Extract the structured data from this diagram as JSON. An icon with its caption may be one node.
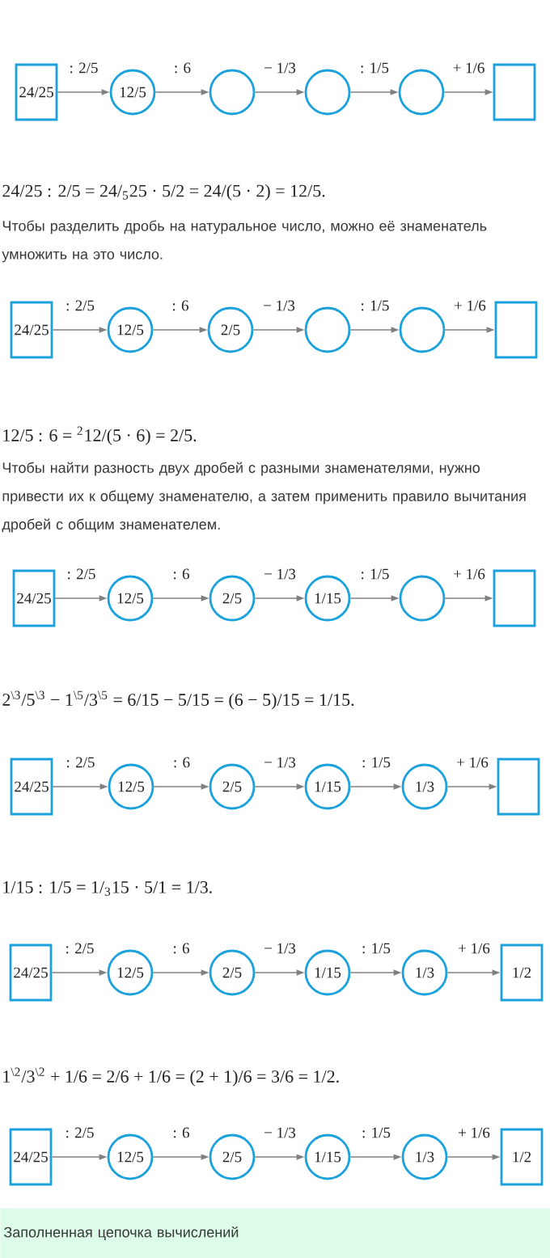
{
  "diagram": {
    "nodes": [
      {
        "text": [
          "24/25"
        ]
      },
      {
        "text": [
          "12/5"
        ]
      },
      {
        "text": [],
        "shape": "circle"
      },
      {
        "text": [],
        "shape": "circle"
      },
      {
        "text": [],
        "shape": "circle"
      },
      {
        "text": [],
        "shape": "box"
      },
      {
        "text": [
          "24/25"
        ]
      },
      {
        "text": [
          "12/5"
        ]
      },
      {
        "text": [
          "2/5"
        ]
      },
      {
        "text": [],
        "shape": "circle"
      },
      {
        "text": [],
        "shape": "circle"
      },
      {
        "text": [],
        "shape": "box"
      },
      {
        "text": [
          "24/25"
        ]
      },
      {
        "text": [
          "12/5"
        ]
      },
      {
        "text": [
          "2/5"
        ]
      },
      {
        "text": [
          "1/15"
        ]
      },
      {
        "text": [],
        "shape": "circle"
      },
      {
        "text": [],
        "shape": "box"
      },
      {
        "text": [
          "24/25"
        ]
      },
      {
        "text": [
          "12/5"
        ]
      },
      {
        "text": [
          "2/5"
        ]
      },
      {
        "text": [
          "1/15"
        ]
      },
      {
        "text": [
          "1/3"
        ]
      },
      {
        "text": [],
        "shape": "box"
      },
      {
        "text": [
          "24/25"
        ]
      },
      {
        "text": [
          "12/5"
        ]
      },
      {
        "text": [
          "2/5"
        ]
      },
      {
        "text": [
          "1/15"
        ]
      },
      {
        "text": [
          "1/3"
        ]
      },
      {
        "text": [
          "1/2"
        ]
      },
      {
        "text": [
          "24/25"
        ]
      },
      {
        "text": [
          "12/5"
        ]
      },
      {
        "text": [
          "2/5"
        ]
      },
      {
        "text": [
          "1/15"
        ]
      },
      {
        "text": [
          "1/3"
        ]
      },
      {
        "text": [
          "1/2"
        ]
      },
      {
        "text": [
          "Заполненная цепочка вычислений"
        ]
      }
    ],
    "edges": [
      {
        "from": 0,
        "to": 1,
        "arrow": "to",
        "label": ": 2/5"
      },
      {
        "from": 1,
        "to": 2,
        "arrow": "to",
        "label": ": 6"
      },
      {
        "from": 2,
        "to": 3,
        "arrow": "to",
        "label": "− 1/3"
      },
      {
        "from": 3,
        "to": 4,
        "arrow": "to",
        "label": ": 1/5"
      },
      {
        "from": 4,
        "to": 5,
        "arrow": "to",
        "label": "+ 1/6"
      },
      {
        "from": 6,
        "to": 7,
        "arrow": "to",
        "label": ": 2/5"
      },
      {
        "from": 7,
        "to": 8,
        "arrow": "to",
        "label": ": 6"
      },
      {
        "from": 8,
        "to": 9,
        "arrow": "to",
        "label": "− 1/3"
      },
      {
        "from": 9,
        "to": 10,
        "arrow": "to",
        "label": ": 1/5"
      },
      {
        "from": 10,
        "to": 11,
        "arrow": "to",
        "label": "+ 1/6"
      },
      {
        "from": 12,
        "to": 13,
        "arrow": "to",
        "label": ": 2/5"
      },
      {
        "from": 13,
        "to": 14,
        "arrow": "to",
        "label": ": 6"
      },
      {
        "from": 14,
        "to": 15,
        "arrow": "to",
        "label": "− 1/3"
      },
      {
        "from": 15,
        "to": 16,
        "arrow": "to",
        "label": ": 1/5"
      },
      {
        "from": 16,
        "to": 17,
        "arrow": "to",
        "label": "+ 1/6"
      },
      {
        "from": 18,
        "to": 19,
        "arrow": "to",
        "label": ": 2/5"
      },
      {
        "from": 19,
        "to": 20,
        "arrow": "to",
        "label": ": 6"
      },
      {
        "from": 20,
        "to": 21,
        "arrow": "to",
        "label": "− 1/3"
      },
      {
        "from": 21,
        "to": 22,
        "arrow": "to",
        "label": ": 1/5"
      },
      {
        "from": 22,
        "to": 23,
        "arrow": "to",
        "label": "+ 1/6"
      },
      {
        "from": 24,
        "to": 25,
        "arrow": "to",
        "label": ": 2/5"
      },
      {
        "from": 25,
        "to": 26,
        "arrow": "to",
        "label": ": 6"
      },
      {
        "from": 26,
        "to": 27,
        "arrow": "to",
        "label": "− 1/3"
      },
      {
        "from": 27,
        "to": 28,
        "arrow": "to",
        "label": ": 1/5"
      },
      {
        "from": 28,
        "to": 29,
        "arrow": "to",
        "label": "+ 1/6"
      },
      {
        "from": 30,
        "to": 31,
        "arrow": "to",
        "label": ": 2/5"
      },
      {
        "from": 31,
        "to": 32,
        "arrow": "to",
        "label": ": 6"
      },
      {
        "from": 32,
        "to": 33,
        "arrow": "to",
        "label": "− 1/3"
      },
      {
        "from": 33,
        "to": 34,
        "arrow": "to",
        "label": ": 1/5"
      },
      {
        "from": 34,
        "to": 35,
        "arrow": "to",
        "label": "+ 1/6"
      }
    ],
    "labels": [
      "24/25 : 2/5 = 24/$_{5}$25 · 5/2 = 24/(5 · 2) = 12/5.",
      "Чтобы разделить дробь на натуральное число, можно её знаменатель умножить на это число.",
      "12/5 : 6 = $^{2}$12/(5 · 6) = 2/5.",
      "Чтобы найти разность двух дробей с разными знаменателями, нужно привести их к общему знаменателю, а затем применить правило вычитания дробей с общим знаменателем.",
      "2$^{\\3}$/5$^{\\3}$ − 1$^{\\5}$/3$^{\\5}$ = 6/15 − 5/15 = (6 − 5)/15 = 1/15.",
      "1/15 : 1/5 = 1/$_{3}$15 · 5/1 = 1/3.",
      "1$^{\\2}$/3$^{\\2}$ + 1/6 = 2/6 + 1/6 = (2 + 1)/6 = 3/6 = 1/2."
    ]
  }
}
